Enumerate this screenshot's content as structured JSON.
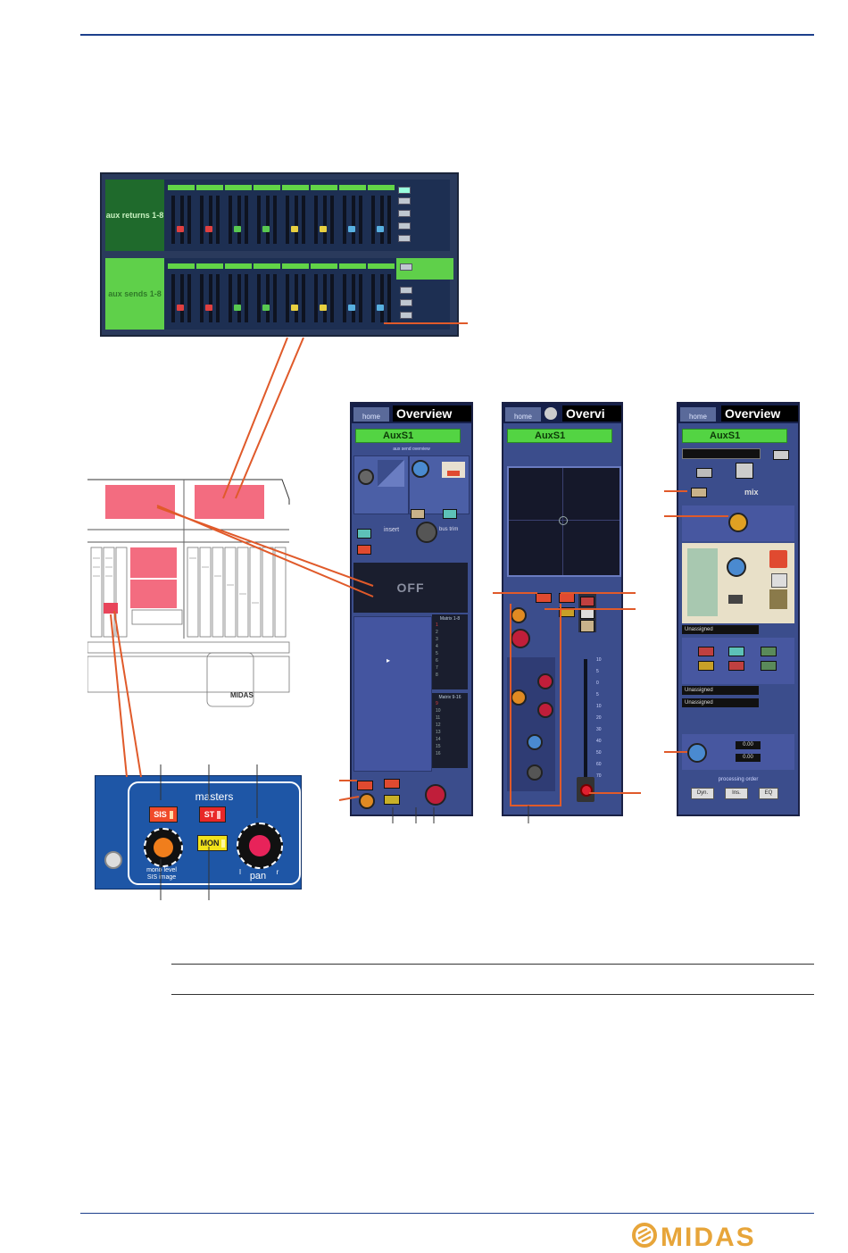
{
  "page": {
    "brand": "MIDAS"
  },
  "aux_strip": {
    "returns_label": "aux returns 1-8",
    "sends_label": "aux sends 1-8"
  },
  "masters_panel": {
    "title": "masters",
    "sis_button": "SIS",
    "st_button": "ST",
    "mon_button": "MON",
    "mono_level_label": "mono level",
    "sis_image_label": "SIS image",
    "pan_label": "pan",
    "pan_left": "l",
    "pan_right": "r"
  },
  "screens": [
    {
      "home_tab": "home",
      "title": "Overview",
      "channel_name": "AuxS1",
      "subtitle": "aux send overview",
      "off_text": "OFF",
      "insert_label": "insert",
      "bus_trim_label": "bus trim",
      "matrix_1_8": "Matrix 1-8",
      "matrix_9_16": "Matrix 9-16",
      "matrix_rows_a": [
        "1",
        "2",
        "3",
        "4",
        "5",
        "6",
        "7",
        "8"
      ],
      "matrix_rows_b": [
        "9",
        "10",
        "11",
        "12",
        "13",
        "14",
        "15",
        "16"
      ]
    },
    {
      "home_tab": "home",
      "title": "Overvi",
      "channel_name": "AuxS1",
      "fader_scale": [
        "10",
        "5",
        "0",
        "5",
        "10",
        "20",
        "30",
        "40",
        "50",
        "60",
        "70"
      ]
    },
    {
      "home_tab": "home",
      "title": "Overview",
      "channel_name": "AuxS1",
      "mix_label": "mix",
      "unassigned_1": "Unassigned",
      "unassigned_2": "Unassigned",
      "unassigned_3": "Unassigned",
      "delay_a": "0.00",
      "delay_b": "0.00",
      "processing_order": "processing order",
      "btn_dyn": "Dyn.",
      "btn_ins": "Ins.",
      "btn_eq": "EQ"
    }
  ],
  "colors": {
    "rule_blue": "#1c3f8c",
    "callout_orange": "#e05a2a",
    "console_highlight": "#f36c80",
    "masters_blue": "#1e56a6",
    "screen_green": "#53d443"
  }
}
